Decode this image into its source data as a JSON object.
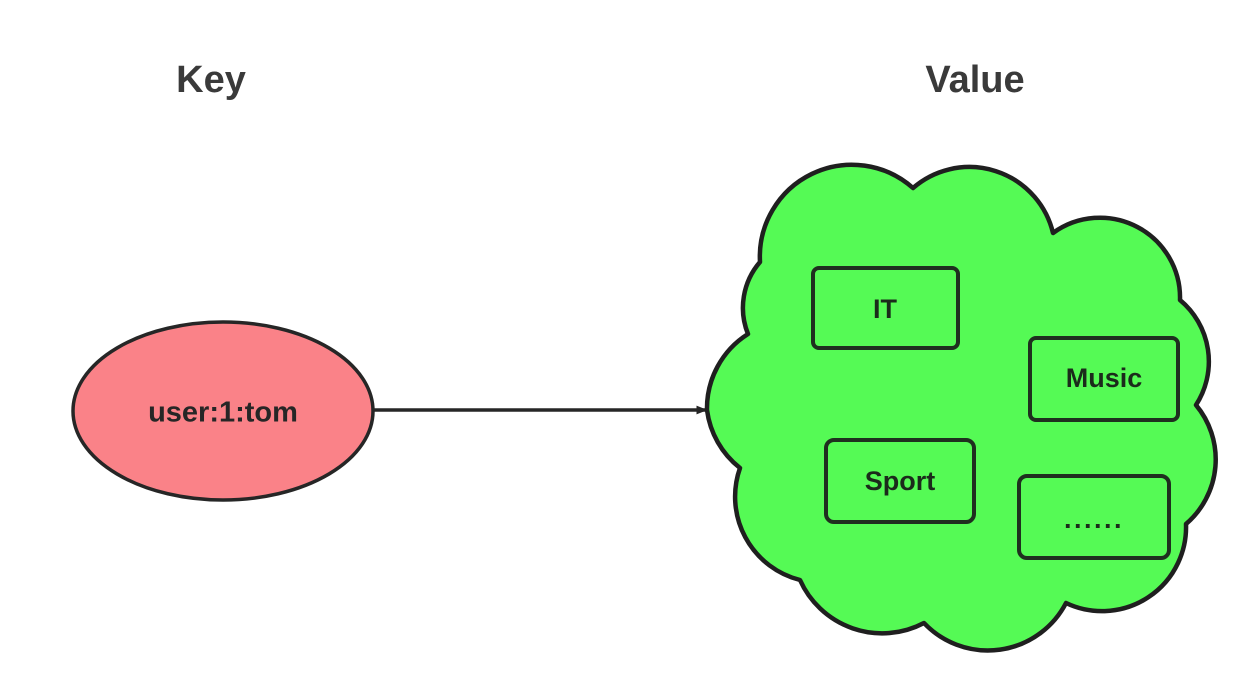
{
  "diagram": {
    "type": "key-value-relationship",
    "background_color": "#ffffff",
    "headers": {
      "key_label": "Key",
      "value_label": "Value"
    },
    "key_node": {
      "shape": "ellipse",
      "label": "user:1:tom",
      "fill_color": "#fa8288",
      "stroke_color": "#262626",
      "text_color": "#262626"
    },
    "connector": {
      "shape": "arrow",
      "direction": "left-to-right",
      "stroke_color": "#262626",
      "arrowhead": "solid-triangle"
    },
    "value_node": {
      "shape": "cloud",
      "fill_color": "#55f košt",
      "cloud_fill": "#55fa55",
      "stroke_color": "#1f1f1f",
      "items": [
        {
          "id": "it",
          "label": "IT"
        },
        {
          "id": "music",
          "label": "Music"
        },
        {
          "id": "sport",
          "label": "Sport"
        },
        {
          "id": "more",
          "label": "······"
        }
      ]
    },
    "colors": {
      "header_text": "#3a3a3a",
      "key_fill": "#fa8288",
      "value_fill": "#55fa55",
      "outline": "#1f1f1f",
      "item_text": "#1b2b1b"
    }
  }
}
